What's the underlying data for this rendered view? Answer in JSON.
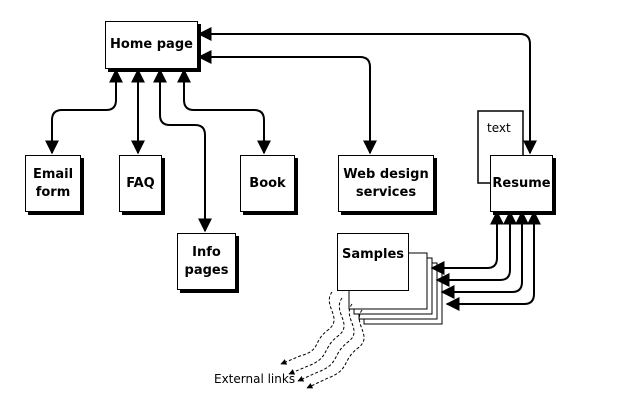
{
  "diagram": {
    "nodes": {
      "home": "Home page",
      "email": "Email\nform",
      "faq": "FAQ",
      "info": "Info\npages",
      "book": "Book",
      "web": "Web design\nservices",
      "text": "text",
      "resume": "Resume",
      "samples": "Samples"
    },
    "external_links_label": "External links"
  }
}
